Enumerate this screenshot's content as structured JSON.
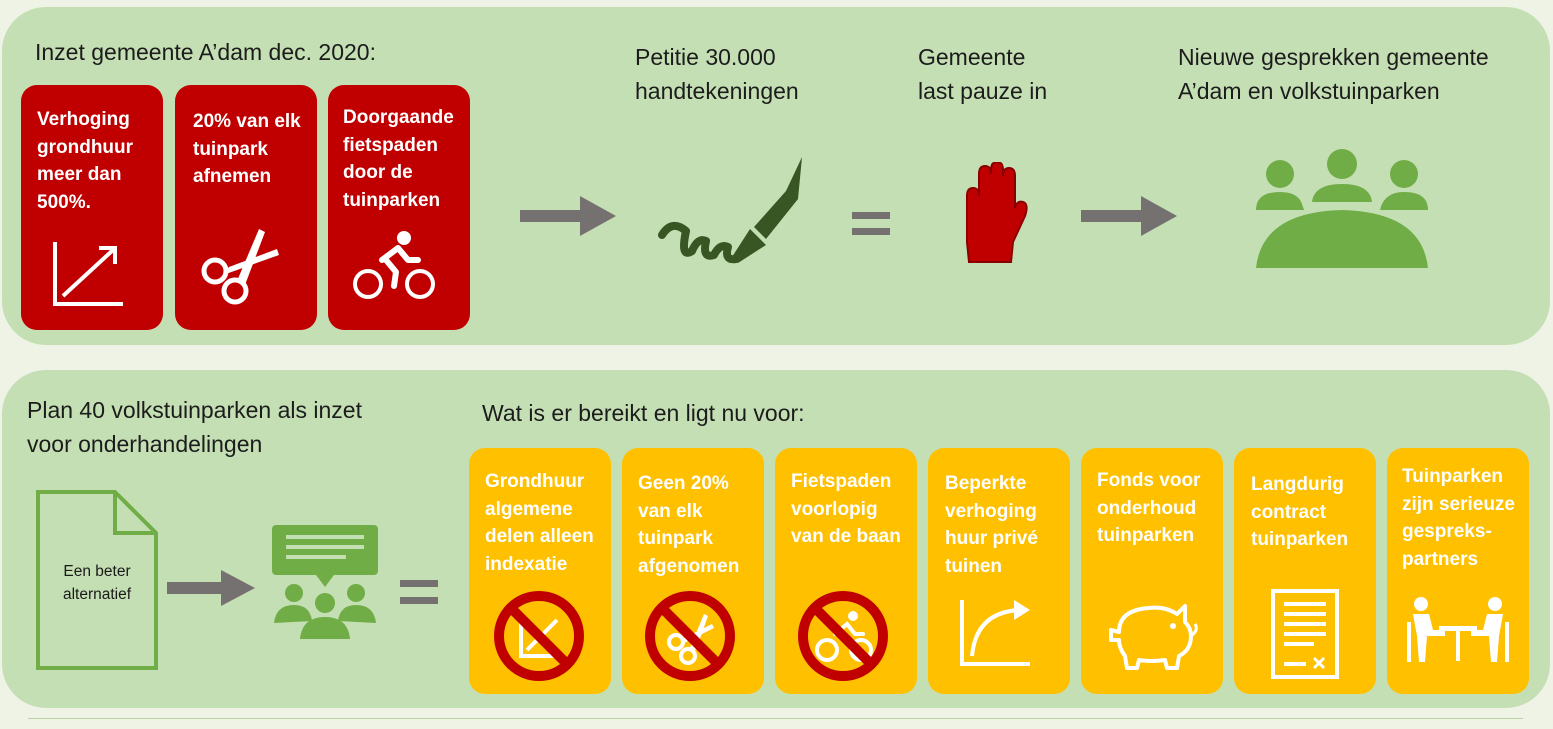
{
  "top": {
    "heading": "Inzet gemeente A’dam dec. 2020:",
    "cards": [
      {
        "label": "Verhoging\ngrondhuur\nmeer dan\n500%.",
        "icon": "chart-up-icon"
      },
      {
        "label": "20% van elk\ntuinpark\nafnemen",
        "icon": "scissors-icon"
      },
      {
        "label": "Doorgaande\nfietspaden\ndoor de\ntuinparken",
        "icon": "cyclist-icon"
      }
    ],
    "petition": "Petitie 30.000\nhandtekeningen",
    "pause": "Gemeente\nlast pauze in",
    "talks": "Nieuwe gesprekken gemeente\nA’dam en volkstuinparken",
    "icons": {
      "petition": "fountain-pen-icon",
      "pause": "stop-hand-icon",
      "talks": "meeting-group-icon"
    }
  },
  "bottom": {
    "plan": "Plan 40 volkstuinparken als inzet\nvoor onderhandelingen",
    "document_label": "Een beter\nalternatief",
    "achieved_heading": "Wat is er bereikt en ligt nu voor:",
    "cards": [
      {
        "label": "Grondhuur\nalgemene\ndelen alleen\nindexatie",
        "icon": "prohibited-chart-icon"
      },
      {
        "label": "Geen 20%\nvan elk\ntuinpark\nafgenomen",
        "icon": "prohibited-scissors-icon"
      },
      {
        "label": "Fietspaden\nvoorlopig\nvan de baan",
        "icon": "prohibited-cyclist-icon"
      },
      {
        "label": "Beperkte\nverhoging\nhuur privé\ntuinen",
        "icon": "curve-up-icon"
      },
      {
        "label": "Fonds voor\nonderhoud\ntuinparken",
        "icon": "piggy-bank-icon"
      },
      {
        "label": "Langdurig\ncontract\ntuinparken",
        "icon": "contract-icon"
      },
      {
        "label": "Tuinparken\nzijn serieuze\ngespreks-\npartners",
        "icon": "meeting-table-icon"
      }
    ]
  },
  "colors": {
    "band": "#c5dfb4",
    "red": "#c00000",
    "yellow": "#ffc000",
    "green": "#70ad47",
    "dark_green": "#375623",
    "arrow": "#767171"
  }
}
